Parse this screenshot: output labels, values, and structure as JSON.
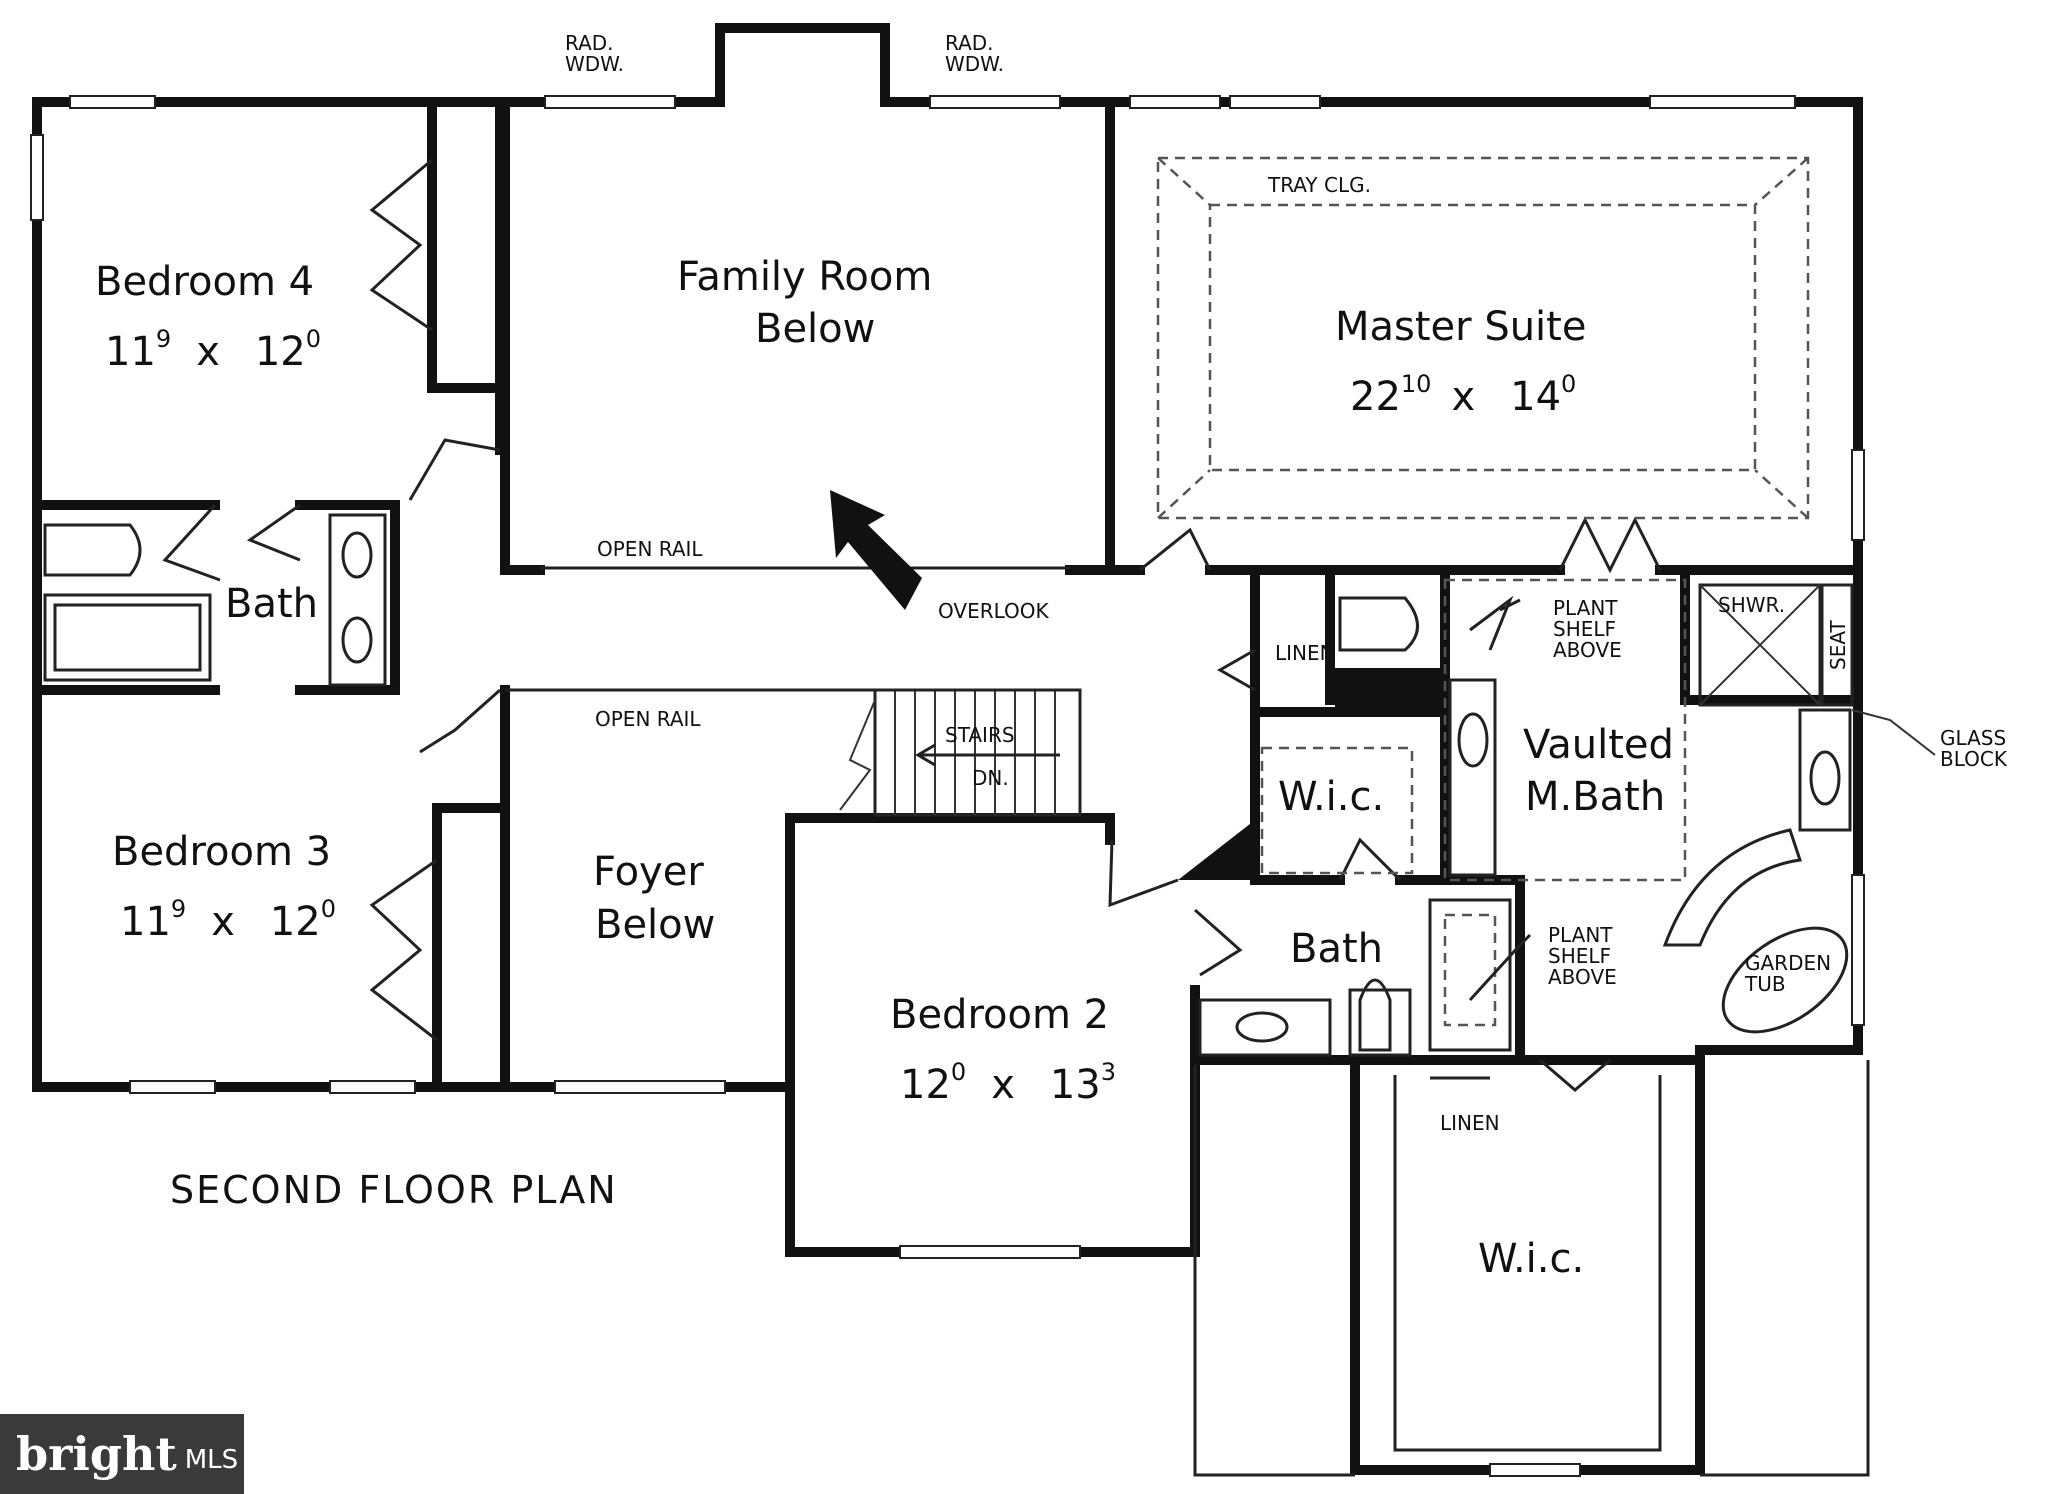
{
  "plan": {
    "title": "SECOND FLOOR PLAN",
    "rooms": {
      "bedroom4": {
        "name": "Bedroom 4",
        "w": "11",
        "w_sup": "9",
        "d": "12",
        "d_sup": "0"
      },
      "bedroom3": {
        "name": "Bedroom 3",
        "w": "11",
        "w_sup": "9",
        "d": "12",
        "d_sup": "0"
      },
      "bedroom2": {
        "name": "Bedroom 2",
        "w": "12",
        "w_sup": "0",
        "d": "13",
        "d_sup": "3"
      },
      "master": {
        "name": "Master Suite",
        "w": "22",
        "w_sup": "10",
        "d": "14",
        "d_sup": "0"
      },
      "family_room": {
        "line1": "Family Room",
        "line2": "Below"
      },
      "foyer": {
        "line1": "Foyer",
        "line2": "Below"
      },
      "hall_bath": {
        "name": "Bath"
      },
      "bath2": {
        "name": "Bath"
      },
      "master_bath": {
        "line1": "Vaulted",
        "line2": "M.Bath"
      },
      "wic_small": {
        "name": "W.i.c."
      },
      "wic_large": {
        "name": "W.i.c."
      }
    },
    "notes": {
      "rad_wdw": "RAD.\nWDW.",
      "tray_clg": "TRAY CLG.",
      "open_rail": "OPEN RAIL",
      "overlook": "OVERLOOK",
      "stairs": "STAIRS",
      "dn": "DN.",
      "linen": "LINEN",
      "plant_shelf": "PLANT\nSHELF\nABOVE",
      "shwr": "SHWR.",
      "seat": "SEAT",
      "glass_block": "GLASS\nBLOCK",
      "garden_tub": "GARDEN\nTUB",
      "x": "x"
    }
  },
  "watermark": {
    "brand": "bright",
    "suffix": "MLS"
  }
}
